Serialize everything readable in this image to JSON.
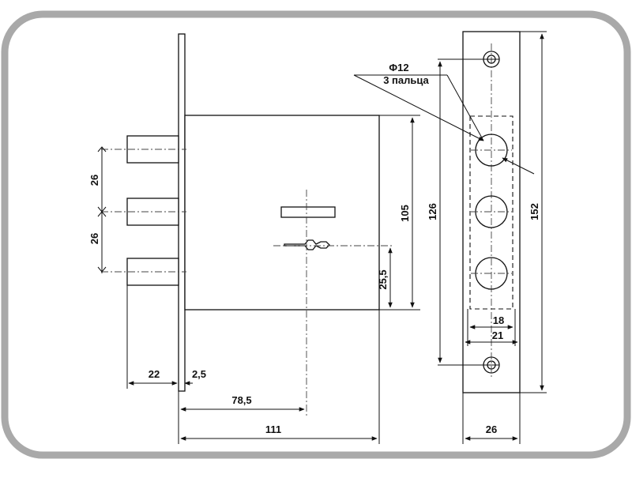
{
  "colors": {
    "frame": "#a9a9a9",
    "frame_fill": "#ffffff",
    "line": "#111111"
  },
  "dims": {
    "bolt_pitch_1": "26",
    "bolt_pitch_2": "26",
    "bolt_throw": "22",
    "plate_thickness": "2,5",
    "backset": "78,5",
    "case_width": "111",
    "case_height": "105",
    "key_offset": "25,5",
    "fix_hole_spacing": "126",
    "plate_length": "152",
    "pin_window": "18",
    "pin_window_outer": "21",
    "plate_width": "26"
  },
  "callout": {
    "pin_diameter": "Φ12",
    "pin_count": "3 пальца"
  }
}
